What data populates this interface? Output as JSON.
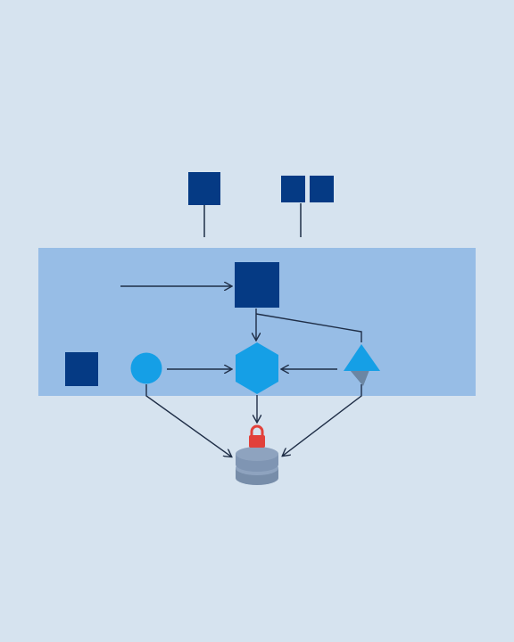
{
  "colors": {
    "background": "#d6e3ef",
    "band": "#97bde6",
    "dark_square": "#053a84",
    "light_blue": "#159fe6",
    "triangle_shade": "#6b86a3",
    "database_top": "#7f95b3",
    "database_mid": "#8ea3bf",
    "database_bottom": "#778da9",
    "lock_body": "#e2413b",
    "arrow": "#1f2e47"
  },
  "nodes": [
    {
      "id": "top-square-left",
      "shape": "square",
      "icon": "square-icon"
    },
    {
      "id": "top-square-pair-left",
      "shape": "square",
      "icon": "square-icon"
    },
    {
      "id": "top-square-pair-right",
      "shape": "square",
      "icon": "square-icon"
    },
    {
      "id": "center-square",
      "shape": "square",
      "icon": "square-icon"
    },
    {
      "id": "left-square",
      "shape": "square",
      "icon": "square-icon"
    },
    {
      "id": "circle-node",
      "shape": "circle",
      "icon": "circle-icon"
    },
    {
      "id": "hexagon-node",
      "shape": "hexagon",
      "icon": "hexagon-icon"
    },
    {
      "id": "triangle-node",
      "shape": "triangle",
      "icon": "triangle-icon"
    },
    {
      "id": "locked-database",
      "shape": "database",
      "icon": "locked-database-icon"
    }
  ]
}
